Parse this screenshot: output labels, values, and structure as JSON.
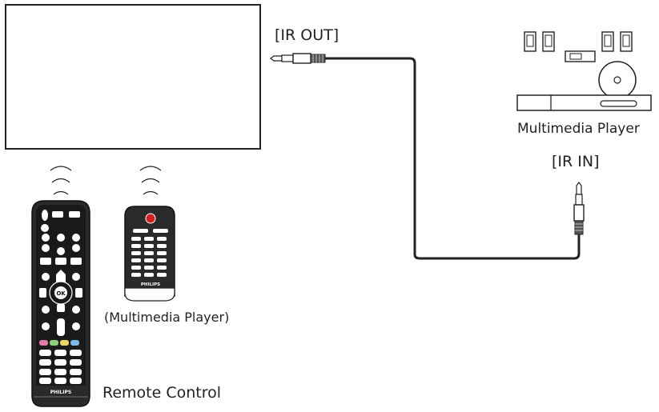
{
  "labels": {
    "ir_out": "[IR OUT]",
    "multimedia_player": "Multimedia Player",
    "ir_in": "[IR IN]",
    "remote_multimedia": "(Multimedia Player)",
    "remote_control": "Remote Control"
  },
  "remote_large": {
    "brand": "PHILIPS",
    "ok_label": "OK"
  },
  "remote_small": {
    "brand": "PHILIPS"
  },
  "colors": {
    "line": "#222222",
    "cable": "#222222",
    "power_button": "#d22020",
    "color_keys": [
      "#e07aa8",
      "#8fd07a",
      "#e8d860",
      "#80b8e8"
    ]
  },
  "icons": [
    "display-monitor-icon",
    "ir-signal-waves-icon",
    "audio-jack-plug-icon",
    "speaker-icon",
    "subwoofer-icon",
    "media-player-unit-icon",
    "remote-control-icon"
  ]
}
